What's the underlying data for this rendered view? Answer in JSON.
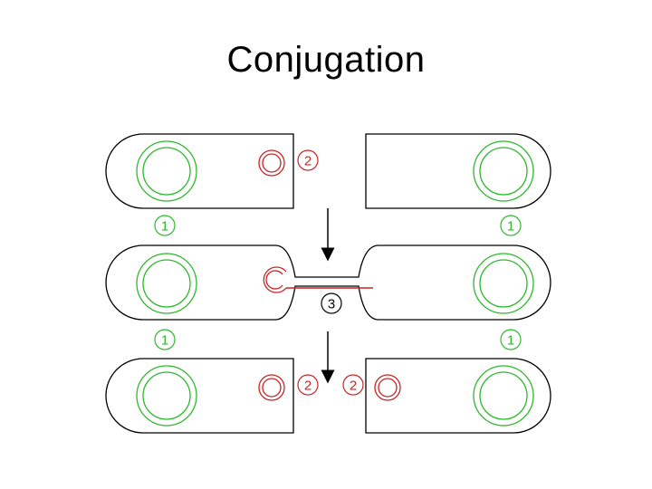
{
  "slide": {
    "title": "Conjugation"
  },
  "labels": {
    "chromosome": "1",
    "plasmid": "2",
    "transfer": "3"
  },
  "colors": {
    "cell_outline": "#000000",
    "chromosome": "#2db82d",
    "plasmid": "#cc2222",
    "arrow": "#000000"
  }
}
